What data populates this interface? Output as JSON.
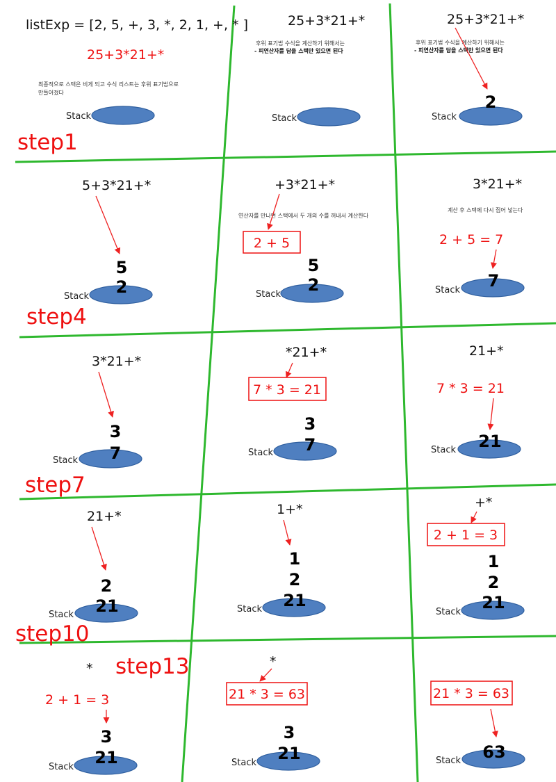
{
  "title": "listExp  =  [2, 5, +, 3, *, 2, 1, +, * ]",
  "stack_label": "Stack",
  "colors": {
    "grid": "#2eb82e",
    "accent_red": "#ee1111",
    "stack_fill": "#4f7fc0",
    "text": "#111111"
  },
  "step_labels": [
    "step1",
    "step4",
    "step7",
    "step10",
    "step13"
  ],
  "panels": [
    {
      "id": "p1",
      "expression_red": "25+3*21+*",
      "note_lines": [
        "최종적으로 스택은 비게 되고 수식 리스트는 후위 표기법으로",
        "만들어졌다"
      ],
      "stack": []
    },
    {
      "id": "p2",
      "expression": "25+3*21+*",
      "note_lines": [
        "후위 표기법 수식을 계산하기 위해서는",
        "- 피연산자를 담을 스택만 있으면 된다"
      ],
      "stack": []
    },
    {
      "id": "p3",
      "expression": "25+3*21+*",
      "note_lines": [
        "후위 표기법 수식을 계산하기 위해서는",
        "- 피연산자를 담을 스택만 있으면 된다"
      ],
      "stack": [
        "2"
      ]
    },
    {
      "id": "p4",
      "expression": "5+3*21+*",
      "stack": [
        "2",
        "5"
      ]
    },
    {
      "id": "p5",
      "expression": "+3*21+*",
      "note_lines": [
        "연산자를 만나면 스택에서 두 개의 수를 꺼내서 계산한다"
      ],
      "boxed": "2  +  5",
      "stack": [
        "2",
        "5"
      ]
    },
    {
      "id": "p6",
      "expression": "3*21+*",
      "note_lines": [
        "계산 후 스택에 다시 집어 넣는다"
      ],
      "calc": "2  +  5  =  7",
      "stack": [
        "7"
      ]
    },
    {
      "id": "p7",
      "expression": "3*21+*",
      "stack": [
        "7",
        "3"
      ]
    },
    {
      "id": "p8",
      "expression": "*21+*",
      "boxed": "7  *  3  =  21",
      "stack": [
        "7",
        "3"
      ]
    },
    {
      "id": "p9",
      "expression": "21+*",
      "calc": "7  *  3  =  21",
      "stack": [
        "21"
      ]
    },
    {
      "id": "p10",
      "expression": "21+*",
      "stack": [
        "21",
        "2"
      ]
    },
    {
      "id": "p11",
      "expression": "1+*",
      "stack": [
        "21",
        "2",
        "1"
      ]
    },
    {
      "id": "p12",
      "expression": "+*",
      "boxed": "2  +  1  =  3",
      "stack": [
        "21",
        "2",
        "1"
      ]
    },
    {
      "id": "p13",
      "expression": "*",
      "calc": "2  +  1  =  3",
      "stack": [
        "21",
        "3"
      ]
    },
    {
      "id": "p14",
      "expression": "*",
      "boxed": "21  *  3  =  63",
      "stack": [
        "21",
        "3"
      ]
    },
    {
      "id": "p15",
      "boxed": "21  *  3  =  63",
      "stack": [
        "63"
      ]
    }
  ]
}
